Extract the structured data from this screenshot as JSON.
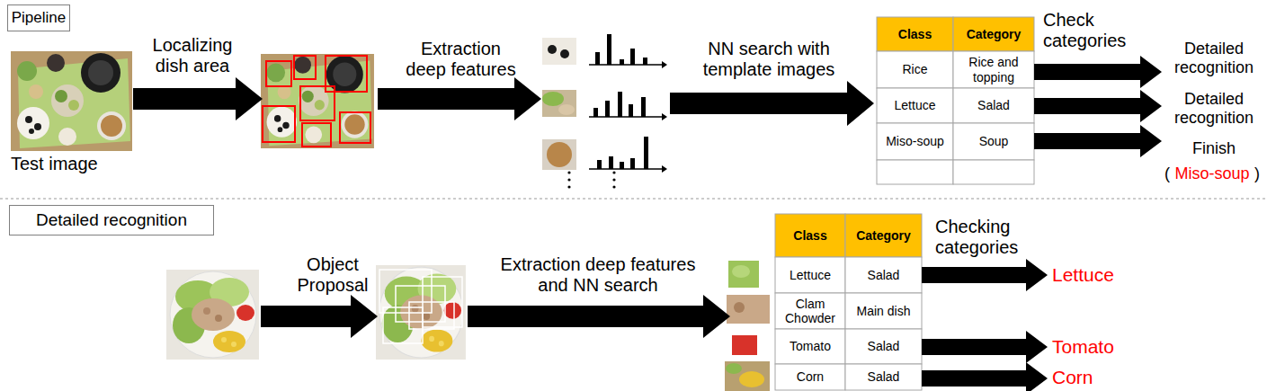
{
  "diagram": {
    "nodes": [
      {
        "text": [
          "Pipeline"
        ]
      },
      {
        "text": [
          "Detailed recognition"
        ]
      }
    ],
    "labels": [
      "Localizing dish area",
      "Test image",
      "Extraction deep features",
      "NN search with template images",
      "Class",
      "Category",
      "Rice",
      "Rice and topping",
      "Lettuce",
      "Salad",
      "Miso-soup",
      "Soup",
      "Check categories",
      "Detailed recognition",
      "Detailed recognition",
      "Finish",
      "(",
      "Miso-soup",
      ")",
      "Object Proposal",
      "Extraction deep features and NN search",
      "Class",
      "Category",
      "Lettuce",
      "Salad",
      "Clam Chowder",
      "Main dish",
      "Tomato",
      "Salad",
      "Corn",
      "Salad",
      "Checking categories",
      "Lettuce",
      "Tomato",
      "Corn"
    ]
  }
}
